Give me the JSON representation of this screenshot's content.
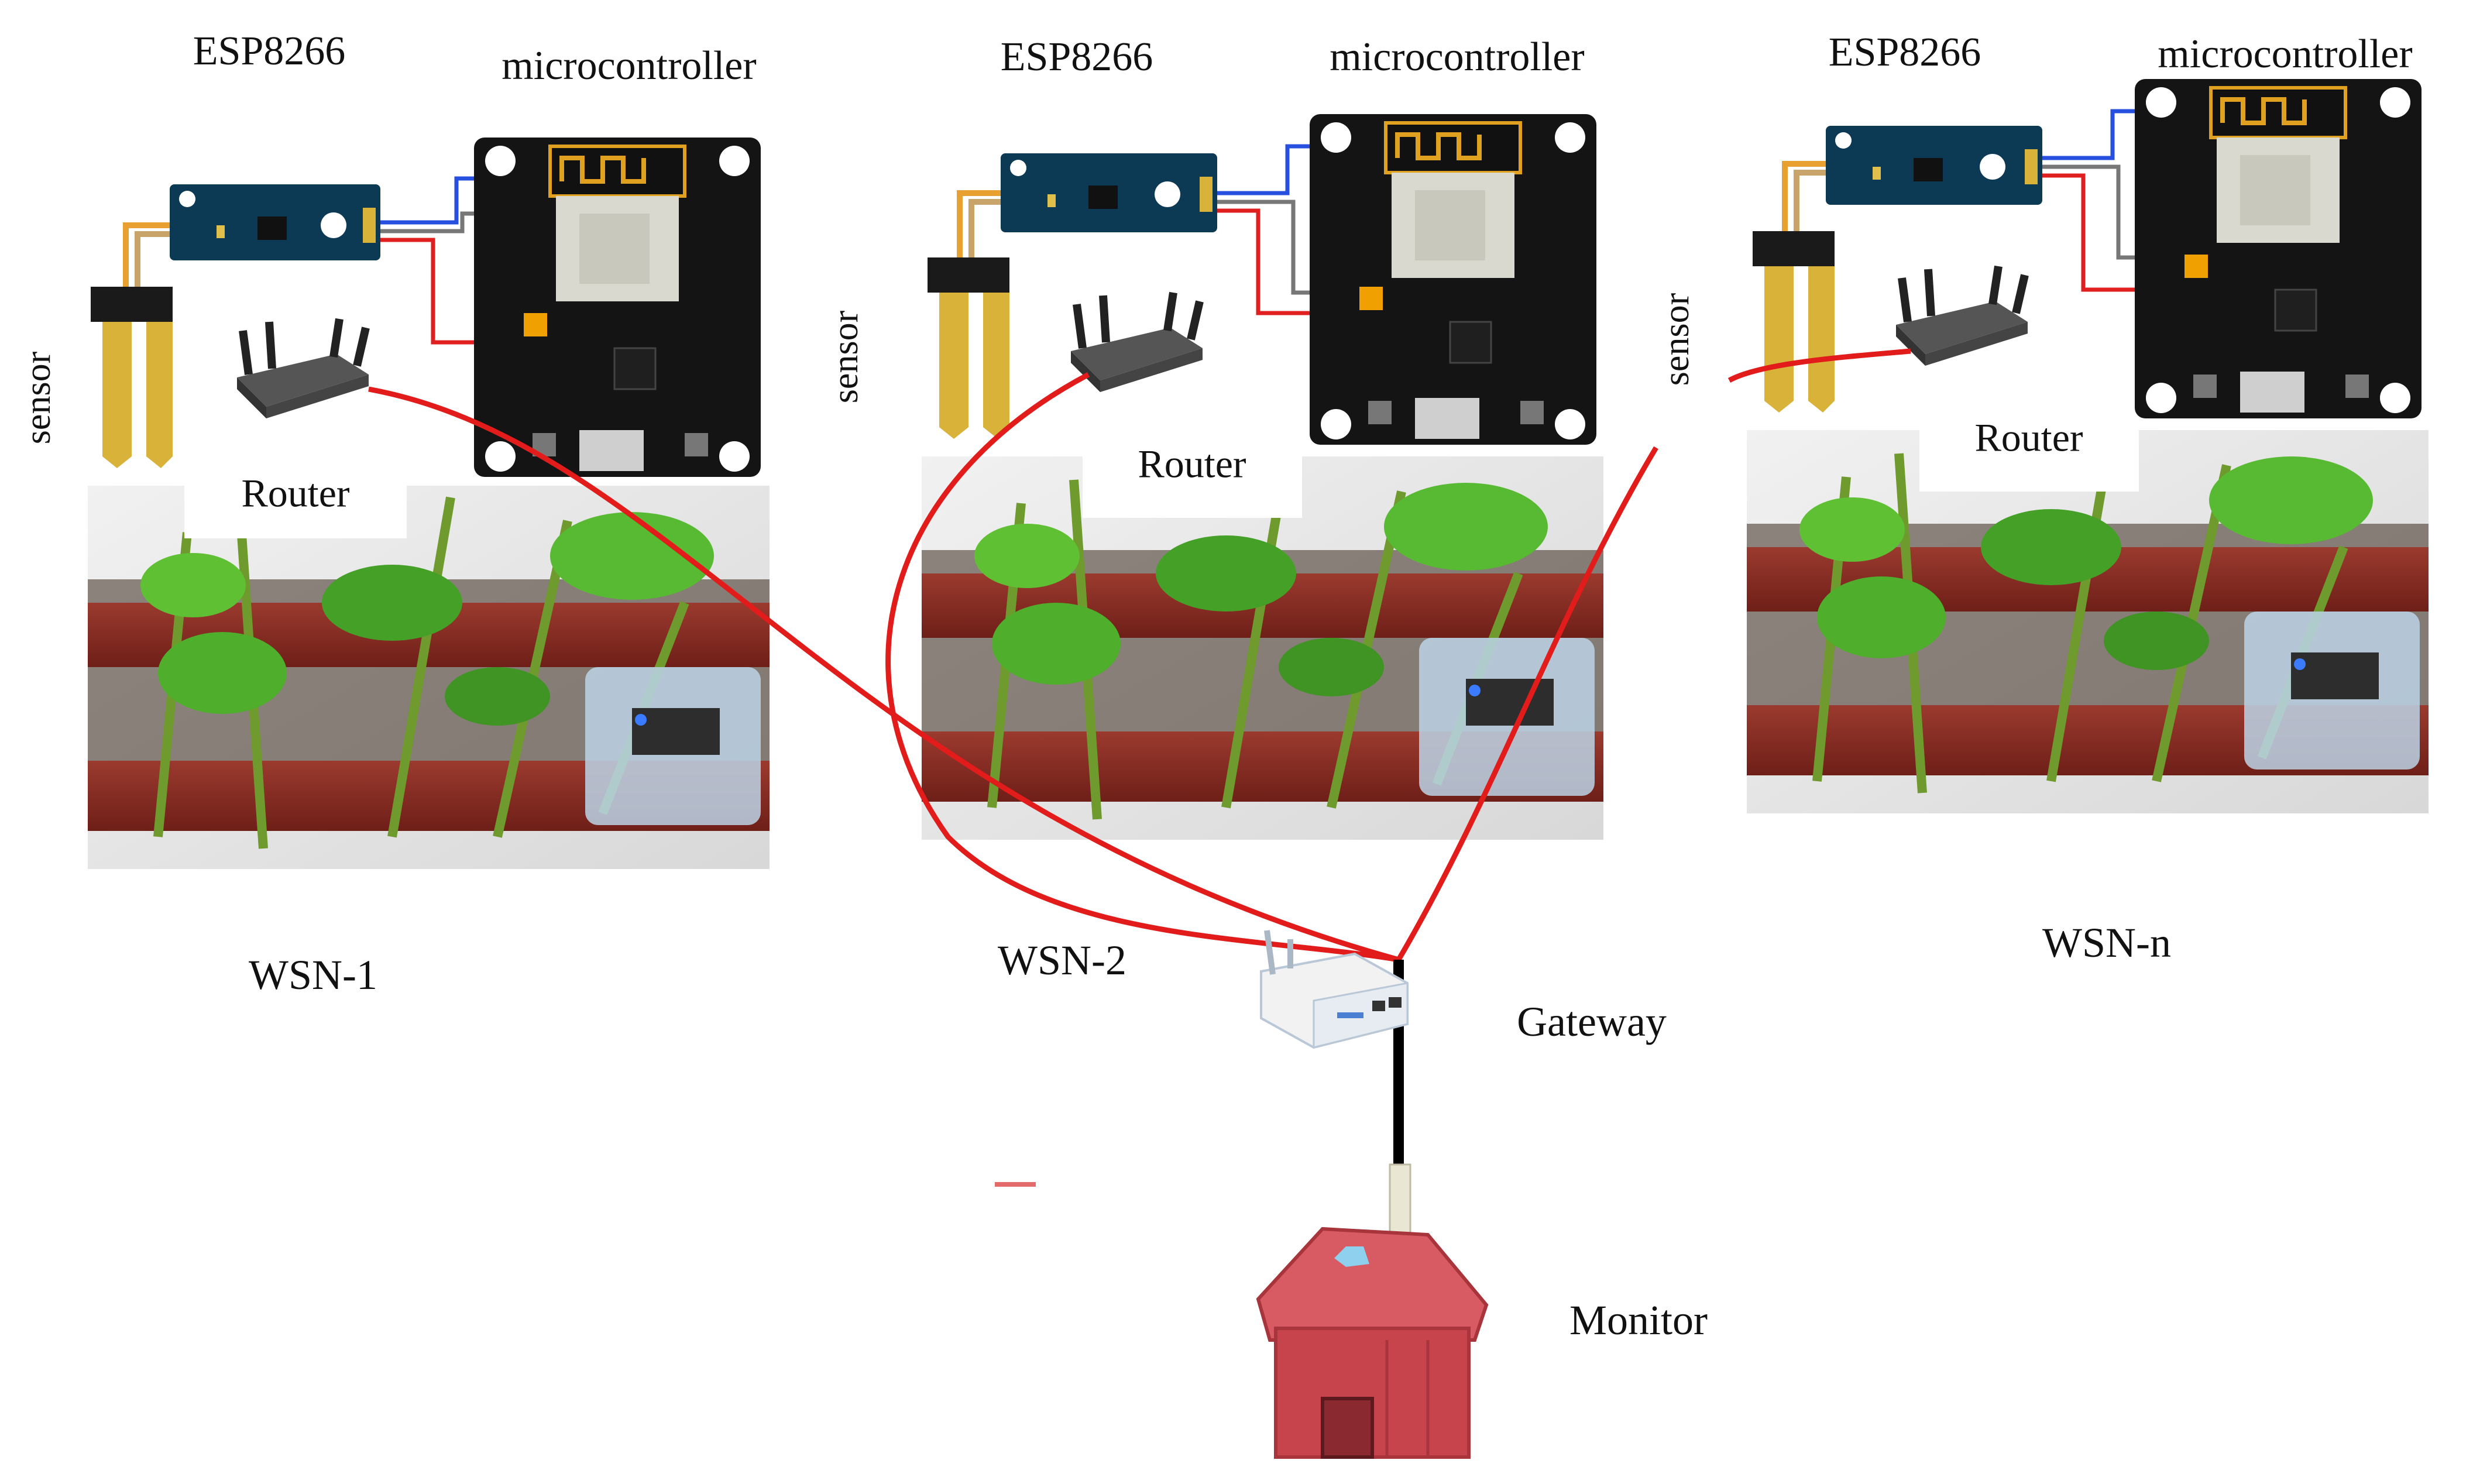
{
  "nodes": [
    {
      "id": "wsn-1",
      "esp_label": "ESP8266",
      "mcu_label": "microcontroller",
      "sensor_label": "sensor",
      "router_label": "Router",
      "network_label": "WSN-1"
    },
    {
      "id": "wsn-2",
      "esp_label": "ESP8266",
      "mcu_label": "microcontroller",
      "sensor_label": "sensor",
      "router_label": "Router",
      "network_label": "WSN-2"
    },
    {
      "id": "wsn-n",
      "esp_label": "ESP8266",
      "mcu_label": "microcontroller",
      "sensor_label": "sensor",
      "router_label": "Router",
      "network_label": "WSN-n"
    }
  ],
  "gateway": {
    "label": "Gateway"
  },
  "monitor": {
    "label": "Monitor"
  },
  "colors": {
    "link_wireless": "#e21b1b",
    "link_wired": "#000000",
    "board_black": "#141414",
    "esp_board": "#0c3a55",
    "sensor_gold": "#d9b23a",
    "pot": "#8b2a22",
    "leaf": "#4fae2b",
    "barn_red": "#c8444c",
    "barn_roof": "#d85a62"
  },
  "icons": [
    "esp8266-module-icon",
    "nodemcu-board-icon",
    "soil-sensor-icon",
    "router-icon",
    "gateway-icon",
    "barn-icon"
  ]
}
